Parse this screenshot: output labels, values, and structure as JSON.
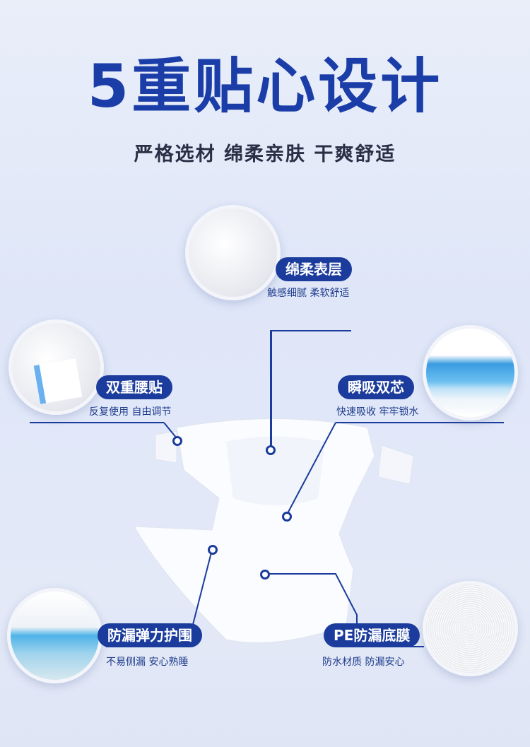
{
  "title": "5重贴心设计",
  "subtitle": "严格选材  绵柔亲肤  干爽舒适",
  "features": [
    {
      "label": "绵柔表层",
      "desc": "触感细腻  柔软舒适"
    },
    {
      "label": "双重腰贴",
      "desc": "反复使用  自由调节"
    },
    {
      "label": "瞬吸双芯",
      "desc": "快速吸收  牢牢锁水"
    },
    {
      "label": "防漏弹力护围",
      "desc": "不易侧漏  安心熟睡"
    },
    {
      "label": "PE防漏底膜",
      "desc": "防水材质  防漏安心"
    }
  ],
  "colors": {
    "accent": "#1b3c9c",
    "title": "#1a3da8"
  }
}
